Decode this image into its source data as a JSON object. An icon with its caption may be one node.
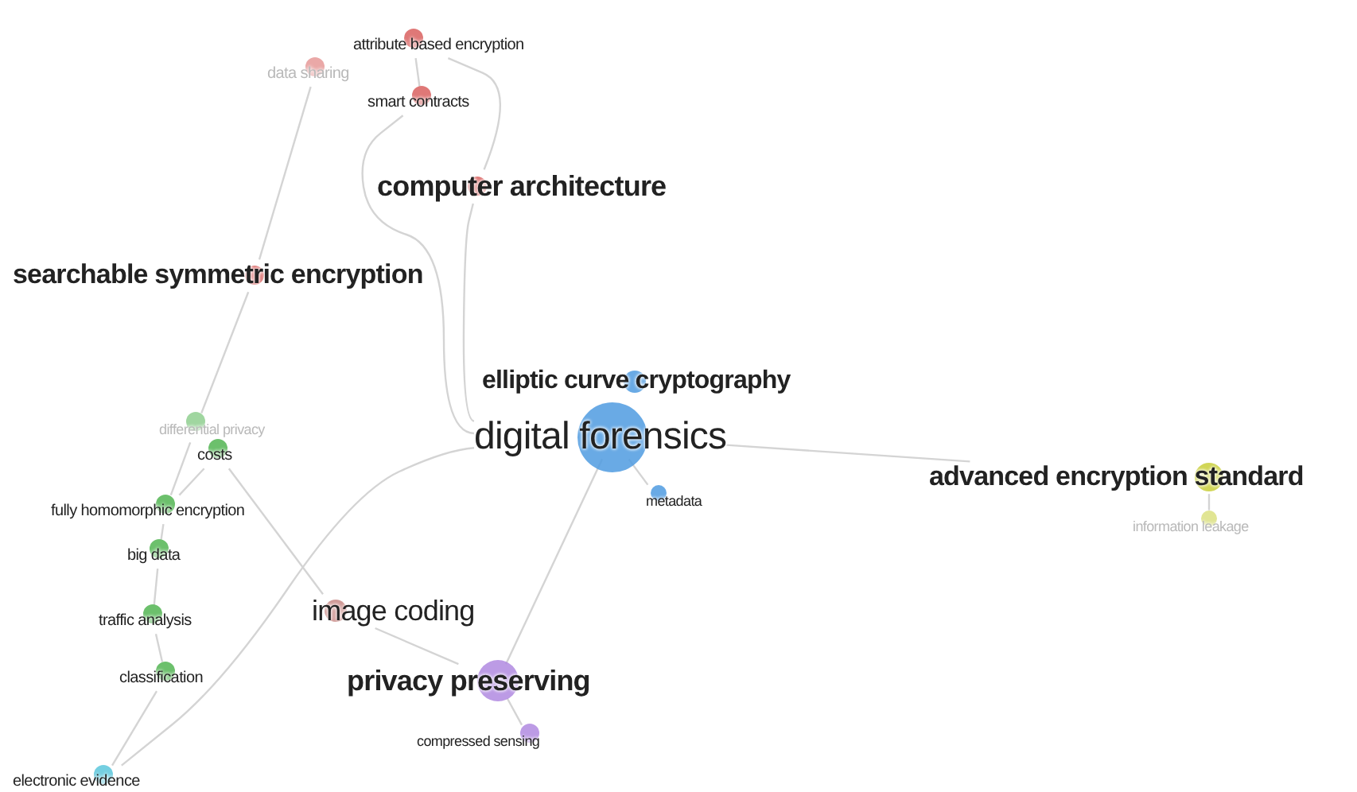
{
  "diagram": {
    "nodes": [
      {
        "text": [
          "attribute based encryption"
        ]
      },
      {
        "text": [
          "data sharing"
        ]
      },
      {
        "text": [
          "smart contracts"
        ]
      },
      {
        "text": [
          "computer architecture"
        ]
      },
      {
        "text": [
          "searchable symmetric encryption"
        ]
      },
      {
        "text": [
          "elliptic curve cryptography"
        ]
      },
      {
        "text": [
          "digital forensics"
        ]
      },
      {
        "text": [
          "metadata"
        ]
      },
      {
        "text": [
          "differential privacy"
        ]
      },
      {
        "text": [
          "costs"
        ]
      },
      {
        "text": [
          "fully homomorphic encryption"
        ]
      },
      {
        "text": [
          "big data"
        ]
      },
      {
        "text": [
          "traffic analysis"
        ]
      },
      {
        "text": [
          "classification"
        ]
      },
      {
        "text": [
          "electronic evidence"
        ]
      },
      {
        "text": [
          "image coding"
        ]
      },
      {
        "text": [
          "privacy preserving"
        ]
      },
      {
        "text": [
          "compressed sensing"
        ]
      },
      {
        "text": [
          "advanced encryption standard"
        ]
      },
      {
        "text": [
          "information leakage"
        ]
      }
    ],
    "edges": [
      {
        "from": 0,
        "to": 2,
        "arrow": "none"
      },
      {
        "from": 0,
        "to": 3,
        "arrow": "none"
      },
      {
        "from": 1,
        "to": 4,
        "arrow": "none"
      },
      {
        "from": 2,
        "to": 6,
        "arrow": "none"
      },
      {
        "from": 3,
        "to": 6,
        "arrow": "none"
      },
      {
        "from": 4,
        "to": 8,
        "arrow": "none"
      },
      {
        "from": 8,
        "to": 10,
        "arrow": "none"
      },
      {
        "from": 9,
        "to": 10,
        "arrow": "none"
      },
      {
        "from": 10,
        "to": 11,
        "arrow": "none"
      },
      {
        "from": 11,
        "to": 12,
        "arrow": "none"
      },
      {
        "from": 12,
        "to": 13,
        "arrow": "none"
      },
      {
        "from": 13,
        "to": 14,
        "arrow": "none"
      },
      {
        "from": 14,
        "to": 6,
        "arrow": "none"
      },
      {
        "from": 9,
        "to": 15,
        "arrow": "none"
      },
      {
        "from": 15,
        "to": 16,
        "arrow": "none"
      },
      {
        "from": 16,
        "to": 6,
        "arrow": "none"
      },
      {
        "from": 16,
        "to": 17,
        "arrow": "none"
      },
      {
        "from": 6,
        "to": 7,
        "arrow": "none"
      },
      {
        "from": 6,
        "to": 18,
        "arrow": "none"
      },
      {
        "from": 18,
        "to": 19,
        "arrow": "none"
      }
    ]
  }
}
